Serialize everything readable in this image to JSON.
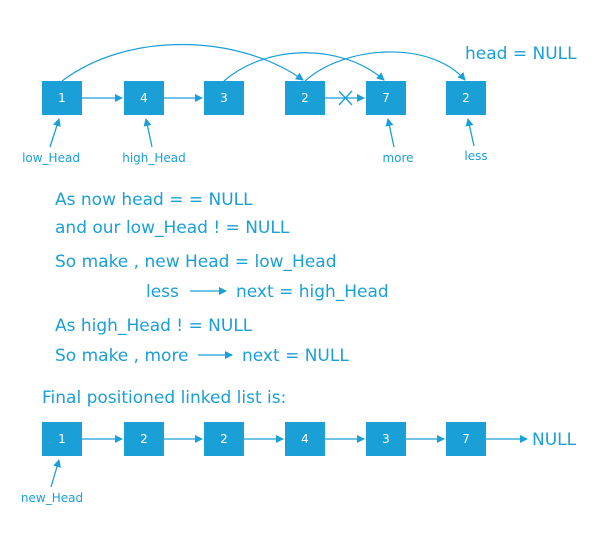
{
  "colors": {
    "node_fill": "#1a9fd6",
    "stroke": "#1a9fd6",
    "text": "#1a9fd6",
    "node_text": "#ffffff"
  },
  "top_list": {
    "head_label": "head  =  NULL",
    "nodes": [
      "1",
      "4",
      "3",
      "2",
      "7",
      "2"
    ],
    "pointers": {
      "low_head": "low_Head",
      "high_head": "high_Head",
      "more": "more",
      "less": "less"
    }
  },
  "statements": {
    "line1": "As now head  = =  NULL",
    "line2": "and our low_Head ! =  NULL",
    "line3": "So make ,  new Head  =  low_Head",
    "line4_left": "less",
    "line4_right": "next  =  high_Head",
    "line5": "As high_Head !  =  NULL",
    "line6_left": "So make ,  more",
    "line6_right": "next  =  NULL"
  },
  "final": {
    "title": "Final positioned linked list is:",
    "nodes": [
      "1",
      "2",
      "2",
      "4",
      "3",
      "7"
    ],
    "tail": "NULL",
    "pointer": "new_Head"
  }
}
